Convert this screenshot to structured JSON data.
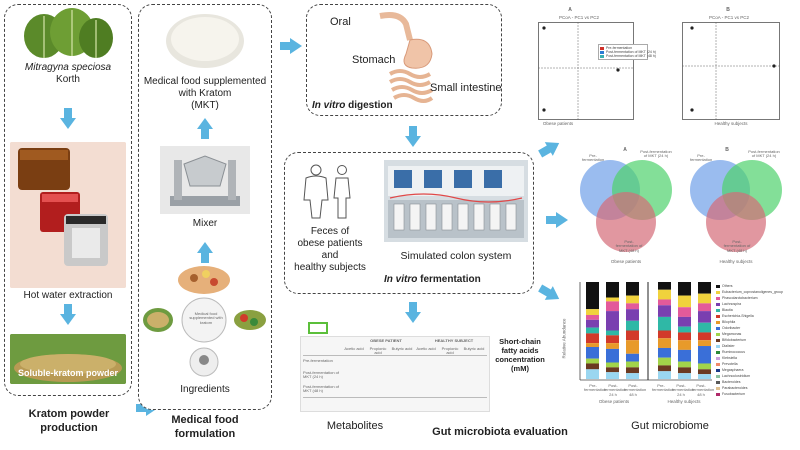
{
  "panel1": {
    "plant_name": "Mitragyna speciosa",
    "plant_author": "Korth",
    "extraction": "Hot water extraction",
    "powder_label": "Soluble-kratom powder",
    "caption_line1": "Kratom powder",
    "caption_line2": "production"
  },
  "panel2": {
    "product_line1": "Medical food supplemented",
    "product_line2": "with Kratom",
    "product_line3": "(MKT)",
    "mixer": "Mixer",
    "ingredients": "Ingredients",
    "caption_line1": "Medical food",
    "caption_line2": "formulation"
  },
  "digestion": {
    "oral": "Oral",
    "stomach": "Stomach",
    "small_intestine": "Small intestine",
    "title_italic": "In vitro",
    "title_rest": " digestion"
  },
  "fermentation": {
    "feces_line1": "Feces of",
    "feces_line2": "obese patients",
    "feces_line3": "and",
    "feces_line4": "healthy subjects",
    "colon": "Simulated colon system",
    "title_italic": "In vitro",
    "title_rest": " fermentation"
  },
  "metabolites": {
    "caption": "Metabolites",
    "scfa_line1": "Short-chain",
    "scfa_line2": "fatty acids",
    "scfa_line3": "concentration",
    "scfa_line4": "(mM)",
    "group1": "OBESE PATIENT",
    "group2": "HEALTHY SUBJECT",
    "cols": [
      "Acetic acid",
      "Propionic acid",
      "Butyric acid",
      "Acetic acid",
      "Propionic acid",
      "Butyric acid"
    ],
    "rows": [
      "Pre-fermentation",
      "Post-fermentation of MKT (24 h)",
      "Post-fermentation of MKT (48 h)"
    ]
  },
  "gut_eval": {
    "caption": "Gut microbiota evaluation"
  },
  "pcoa": {
    "left_title": "PCoA - PC1 vs PC2",
    "left_letter": "A",
    "left_xlabel": "Obese patients",
    "right_title": "PCoA - PC1 vs PC2",
    "right_letter": "B",
    "right_xlabel": "Healthy subjects",
    "legend": [
      "Pre-fermentation",
      "Post-fermentation of MKT (24 h)",
      "Post-fermentation of MKT (48 h)"
    ]
  },
  "venn": {
    "left_letter": "A",
    "right_letter": "B",
    "left_caption": "Obese patients",
    "right_caption": "Healthy subjects",
    "set_pre": "Pre-fermentation",
    "set_24": "Post-fermentation of MKT (24 h)",
    "set_48": "Post-fermentation of MKT (48 h)"
  },
  "microbiome": {
    "caption": "Gut microbiome",
    "ylabel": "Relative Abundance",
    "group_left": "Obese patients",
    "group_right": "Healthy subjects",
    "bar_labels": [
      "Pre-fermentation",
      "Post-fermentation 24 h",
      "Post-fermentation 48 h",
      "Pre-fermentation",
      "Post-fermentation 24 h",
      "Post-fermentation 48 h"
    ],
    "legend": [
      "Others",
      "Eubacterium_coprostanoligenes_group",
      "Phascolarctobacterium",
      "Lachnospira",
      "Blautia",
      "Escherichia-Shigella",
      "Bilophila",
      "Odoribacter",
      "Megamonas",
      "Bifidobacterium",
      "Dialister",
      "Ruminococcus",
      "Klebsiella",
      "Prevotella",
      "Megasphaera",
      "Lachnoclostridium",
      "Bacteroides",
      "Parabacteroides",
      "Fusobacterium"
    ]
  },
  "colors": {
    "arrow": "#5ab4e0",
    "venn_blue": "#6f9fe8",
    "venn_green": "#4fd16c",
    "venn_red": "#d46b78"
  }
}
